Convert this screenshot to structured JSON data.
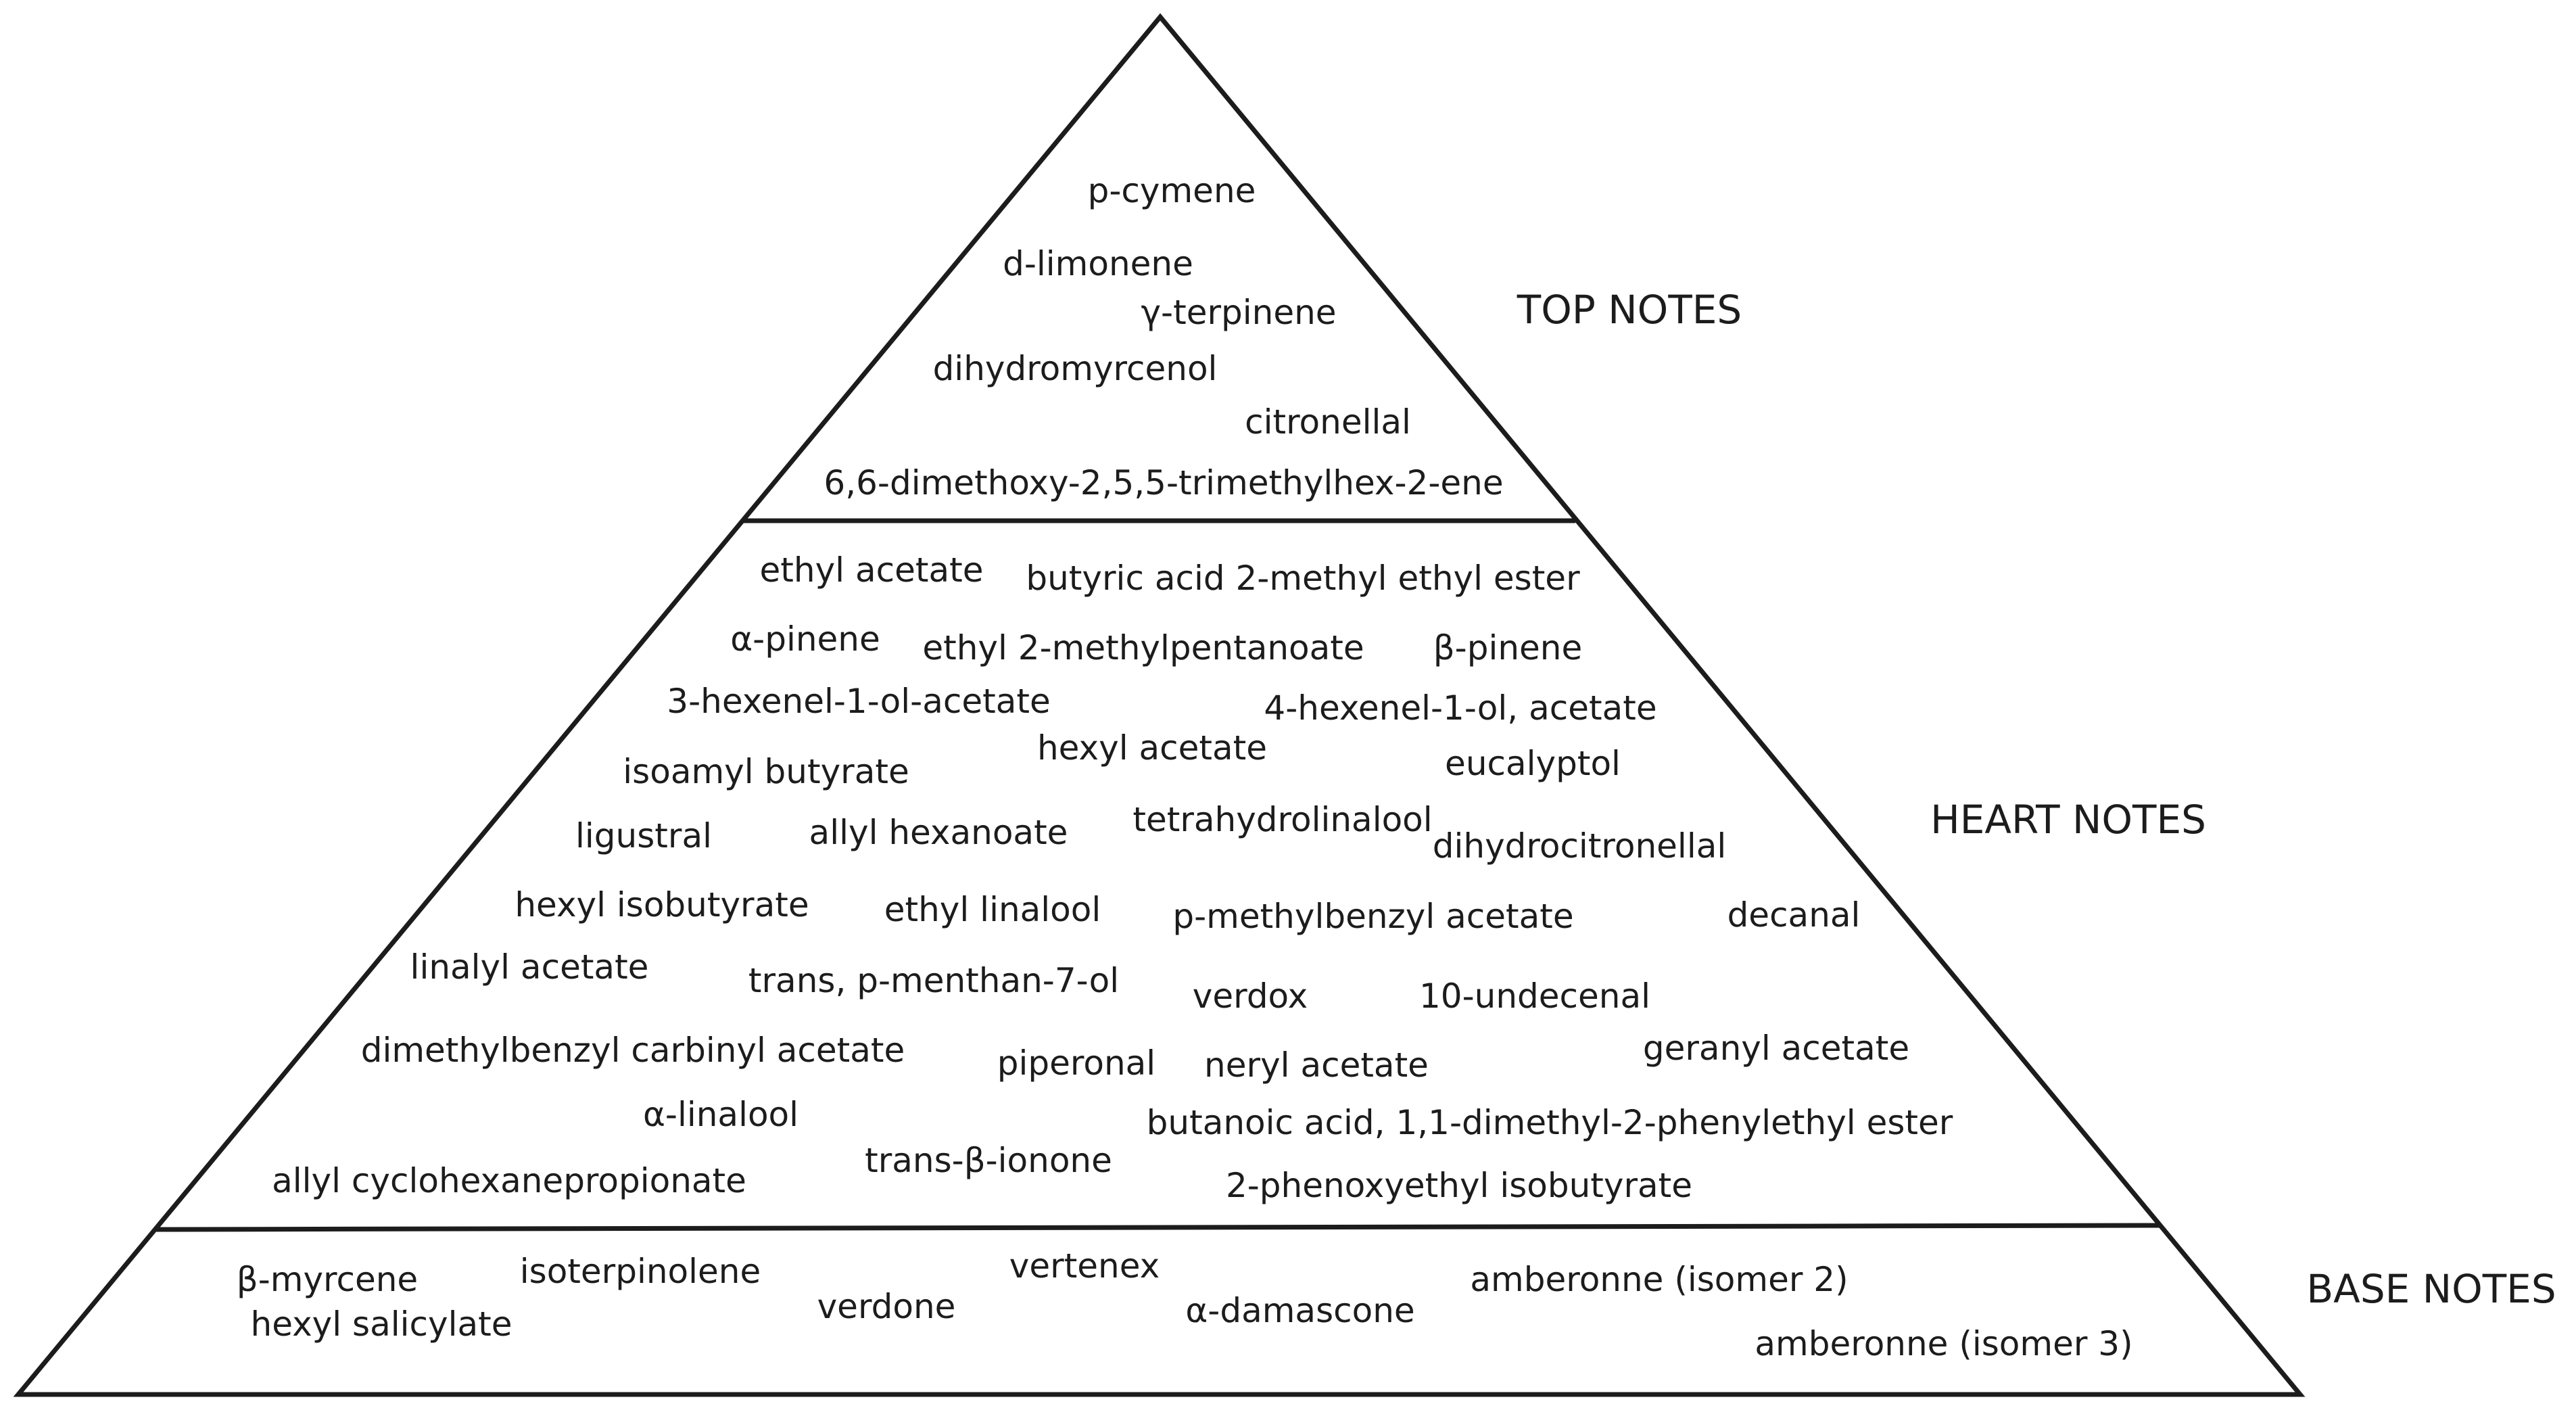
{
  "tiers": {
    "top": {
      "title": "TOP NOTES",
      "compounds": [
        "p-cymene",
        "d-limonene",
        "γ-terpinene",
        "dihydromyrcenol",
        "citronellal",
        "6,6-dimethoxy-2,5,5-trimethylhex-2-ene"
      ]
    },
    "heart": {
      "title": "HEART NOTES",
      "compounds": [
        "ethyl acetate",
        "butyric acid 2-methyl ethyl ester",
        "α-pinene",
        "ethyl 2-methylpentanoate",
        "β-pinene",
        "3-hexenel-1-ol-acetate",
        "4-hexenel-1-ol, acetate",
        "hexyl acetate",
        "isoamyl butyrate",
        "eucalyptol",
        "ligustral",
        "allyl hexanoate",
        "tetrahydrolinalool",
        "dihydrocitronellal",
        "hexyl isobutyrate",
        "ethyl linalool",
        "p-methylbenzyl acetate",
        "decanal",
        "linalyl acetate",
        "trans, p-menthan-7-ol",
        "verdox",
        "10-undecenal",
        "dimethylbenzyl carbinyl acetate",
        "piperonal",
        "neryl acetate",
        "geranyl acetate",
        "α-linalool",
        "butanoic acid, 1,1-dimethyl-2-phenylethyl ester",
        "trans-β-ionone",
        "allyl cyclohexanepropionate",
        "2-phenoxyethyl isobutyrate"
      ]
    },
    "base": {
      "title": "BASE NOTES",
      "compounds": [
        "β-myrcene",
        "isoterpinolene",
        "vertenex",
        "amberonne (isomer 2)",
        "hexyl salicylate",
        "verdone",
        "α-damascone",
        "amberonne (isomer 3)"
      ]
    }
  },
  "colors": {
    "stroke": "#1c1c1c",
    "text": "#1c1c1c",
    "background": "#ffffff"
  }
}
